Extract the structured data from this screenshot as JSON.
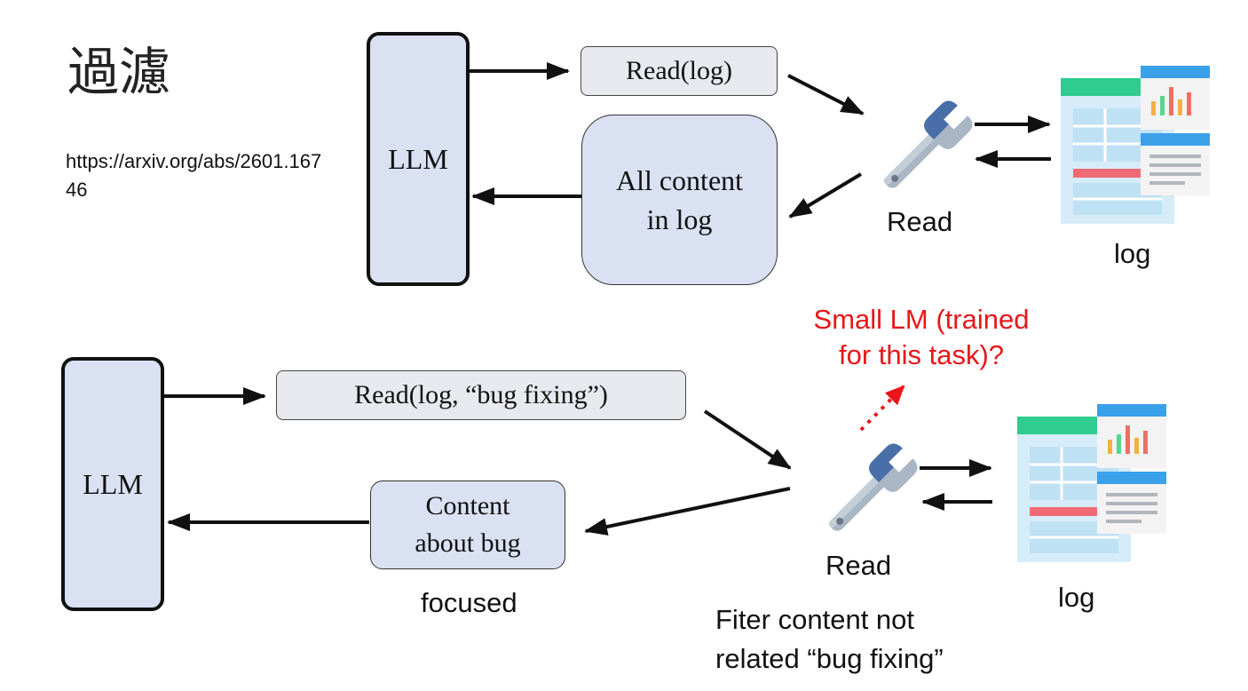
{
  "title": "過濾",
  "url": "https://arxiv.org/abs/2601.16746",
  "top": {
    "llm_label": "LLM",
    "call_label": "Read(log)",
    "return_label_line1": "All content",
    "return_label_line2": "in log",
    "tool_label": "Read",
    "log_label": "log"
  },
  "bottom": {
    "llm_label": "LLM",
    "call_label": "Read(log, “bug fixing”)",
    "return_label_line1": "Content",
    "return_label_line2": "about bug",
    "focused_label": "focused",
    "tool_label": "Read",
    "filter_line1": "Fiter content not",
    "filter_line2": "related “bug fixing”",
    "small_lm_line1": "Small LM (trained",
    "small_lm_line2": "for this task)?",
    "log_label": "log"
  },
  "colors": {
    "box_fill": "#d9e1f2",
    "pill_fill": "#e7e9ee",
    "accent_red": "#e8161a",
    "wrench": "#a9b6c4",
    "doc_green": "#2ecc8f",
    "doc_blue": "#3aa0e8"
  },
  "icons": {
    "tool": "wrench-icon",
    "log": "spreadsheet-document-icon"
  }
}
